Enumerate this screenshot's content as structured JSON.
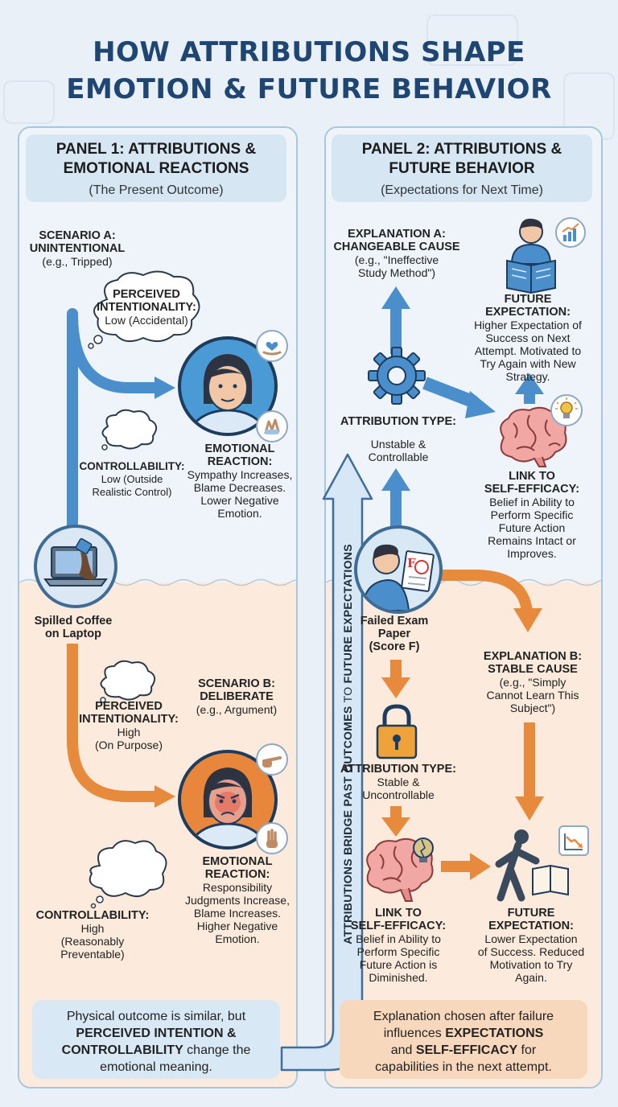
{
  "title": {
    "line1": "HOW ATTRIBUTIONS SHAPE",
    "line2": "EMOTION & FUTURE BEHAVIOR"
  },
  "panel1": {
    "heading_line1": "PANEL 1: ATTRIBUTIONS &",
    "heading_line2": "EMOTIONAL REACTIONS",
    "subheading": "(The Present Outcome)",
    "scenario_a": {
      "title_line1": "SCENARIO A:",
      "title_line2": "UNINTENTIONAL",
      "example": "(e.g., Tripped)",
      "intent_label_line1": "PERCEIVED",
      "intent_label_line2": "INTENTIONALITY:",
      "intent_value": "Low (Accidental)",
      "control_label": "CONTROLLABILITY:",
      "control_value_line1": "Low (Outside",
      "control_value_line2": "Realistic Control)",
      "reaction_label_line1": "EMOTIONAL",
      "reaction_label_line2": "REACTION:",
      "reaction_line1": "Sympathy Increases,",
      "reaction_line2": "Blame Decreases.",
      "reaction_line3": "Lower Negative",
      "reaction_line4": "Emotion."
    },
    "center": {
      "label_line1": "Spilled Coffee",
      "label_line2": "on Laptop"
    },
    "scenario_b": {
      "title_line1": "SCENARIO B:",
      "title_line2": "DELIBERATE",
      "example": "(e.g., Argument)",
      "intent_label_line1": "PERCEIVED",
      "intent_label_line2": "INTENTIONALITY:",
      "intent_value_line1": "High",
      "intent_value_line2": "(On Purpose)",
      "control_label": "CONTROLLABILITY:",
      "control_value_line1": "High",
      "control_value_line2": "(Reasonably",
      "control_value_line3": "Preventable)",
      "reaction_label_line1": "EMOTIONAL",
      "reaction_label_line2": "REACTION:",
      "reaction_line1": "Responsibility",
      "reaction_line2": "Judgments Increase,",
      "reaction_line3": "Blame Increases.",
      "reaction_line4": "Higher Negative",
      "reaction_line5": "Emotion."
    },
    "summary": {
      "line1": "Physical outcome is similar, but",
      "line2_bold": "PERCEIVED INTENTION &",
      "line3_bold": "CONTROLLABILITY",
      "line3_rest": " change the",
      "line4": "emotional meaning."
    }
  },
  "bridge": {
    "part1": "ATTRIBUTIONS BRIDGE PAST OUTCOMES ",
    "part2": "TO",
    "part3": " FUTURE EXPECTATIONS"
  },
  "panel2": {
    "heading_line1": "PANEL 2: ATTRIBUTIONS &",
    "heading_line2": "FUTURE BEHAVIOR",
    "subheading": "(Expectations for Next Time)",
    "explanation_a": {
      "title_line1": "EXPLANATION A:",
      "title_line2": "CHANGEABLE CAUSE",
      "example_line1": "(e.g., \"Ineffective",
      "example_line2": "Study Method\")"
    },
    "future_a": {
      "label": "FUTURE EXPECTATION:",
      "line1": "Higher Expectation of",
      "line2": "Success on Next",
      "line3": "Attempt. Motivated to",
      "line4": "Try Again with New",
      "line5": "Strategy."
    },
    "attribution_a": {
      "label": "ATTRIBUTION TYPE:",
      "line1": "Unstable &",
      "line2": "Controllable"
    },
    "self_efficacy_a": {
      "label_line1": "LINK TO",
      "label_line2": "SELF-EFFICACY:",
      "line1": "Belief in Ability to",
      "line2": "Perform Specific",
      "line3": "Future Action",
      "line4": "Remains Intact or",
      "line5": "Improves."
    },
    "center": {
      "paper_mark": "F",
      "label_line1": "Failed Exam",
      "label_line2": "Paper",
      "label_line3": "(Score F)"
    },
    "explanation_b": {
      "title_line1": "EXPLANATION B:",
      "title_line2": "STABLE CAUSE",
      "example_line1": "(e.g., \"Simply",
      "example_line2": "Cannot Learn This",
      "example_line3": "Subject\")"
    },
    "attribution_b": {
      "label": "ATTRIBUTION TYPE:",
      "line1": "Stable &",
      "line2": "Uncontrollable"
    },
    "self_efficacy_b": {
      "label_line1": "LINK TO",
      "label_line2": "SELF-EFFICACY:",
      "line1": "Belief in Ability to",
      "line2": "Perform Specific",
      "line3": "Future Action is",
      "line4": "Diminished."
    },
    "future_b": {
      "label_line1": "FUTURE",
      "label_line2": "EXPECTATION:",
      "line1": "Lower Expectation",
      "line2": "of Success. Reduced",
      "line3": "Motivation to Try",
      "line4": "Again."
    },
    "summary": {
      "line1": "Explanation chosen after failure",
      "line2_pre": "influences ",
      "line2_bold": "EXPECTATIONS",
      "line3_pre": "and ",
      "line3_bold": "SELF-EFFICACY",
      "line3_rest": " for",
      "line4": "capabilities in the next attempt."
    }
  },
  "colors": {
    "blue_arrow": "#4a8fcc",
    "orange_arrow": "#e88a3c",
    "title_navy": "#1f4672",
    "panel_blue_bg": "#eef4fa",
    "panel_orange_bg": "#fcebdc"
  }
}
